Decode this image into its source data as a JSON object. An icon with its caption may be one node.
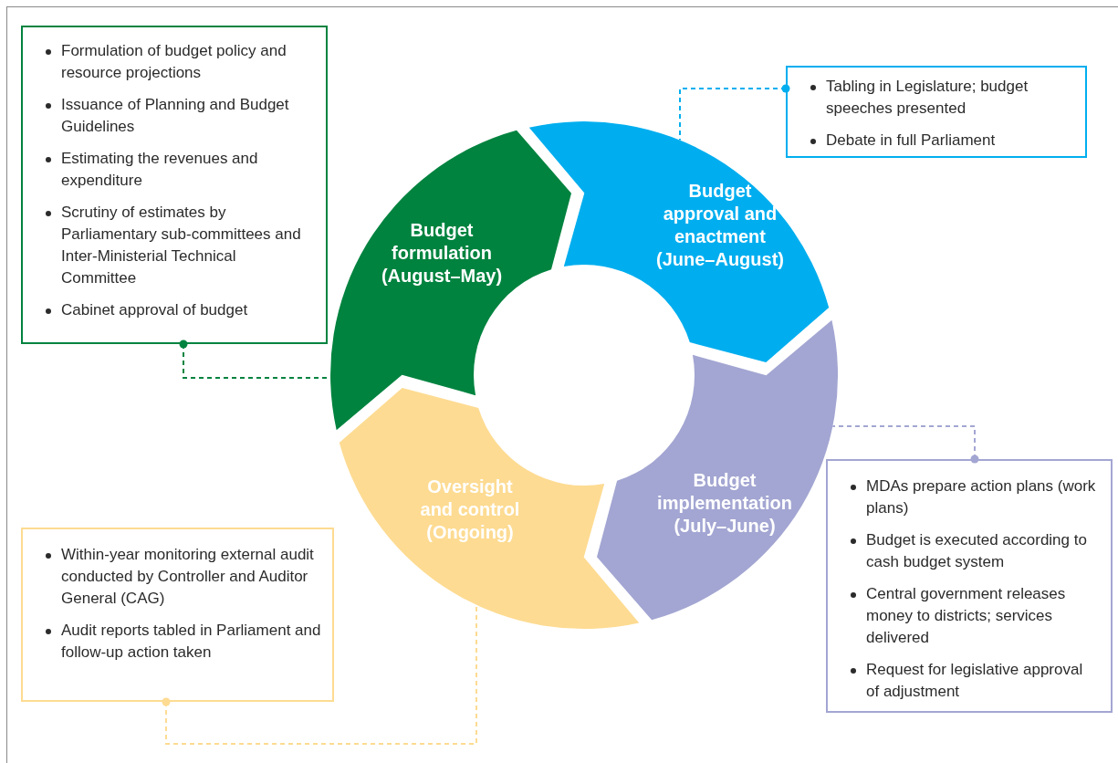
{
  "diagram": {
    "nodes": [
      {
        "text": [
          "Formulation of budget policy and resource projections",
          "Issuance of Planning and Budget Guidelines",
          "Estimating the revenues and expenditure",
          "Scrutiny of estimates by Parliamentary sub-committees and Inter-Ministerial Technical Committee",
          "Cabinet approval of budget"
        ]
      },
      {
        "text": [
          "Tabling in Legislature; budget speeches presented",
          "Debate in full Parliament"
        ]
      },
      {
        "text": [
          "MDAs prepare action plans (work plans)",
          "Budget is executed according to cash budget system",
          "Central government releases money to districts; services delivered",
          "Request for legislative approval of adjustment"
        ]
      },
      {
        "text": [
          "Within-year monitoring external audit conducted by Controller and Auditor General (CAG)",
          "Audit reports tabled in Parliament and follow-up action taken"
        ]
      },
      {
        "text": [
          "Budget formulation (August–May)"
        ]
      },
      {
        "text": [
          "Budget approval and enactment (June–August)"
        ]
      },
      {
        "text": [
          "Budget implementation (July–June)"
        ]
      },
      {
        "text": [
          "Oversight and control (Ongoing)"
        ]
      }
    ],
    "edges": [
      {
        "from": 0,
        "to": 4,
        "arrow": "other",
        "style": "dashed",
        "color": "#00833f"
      },
      {
        "from": 1,
        "to": 5,
        "arrow": "other",
        "style": "dashed",
        "color": "#00aeef"
      },
      {
        "from": 2,
        "to": 6,
        "arrow": "other",
        "style": "dashed",
        "color": "#a3a6d2"
      },
      {
        "from": 3,
        "to": 7,
        "arrow": "other",
        "style": "dashed",
        "color": "#fddb92"
      }
    ]
  }
}
